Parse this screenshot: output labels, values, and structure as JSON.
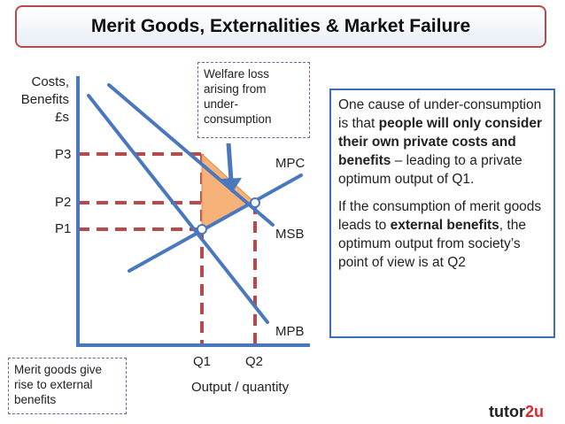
{
  "title": "Merit Goods, Externalities & Market Failure",
  "diagram": {
    "y_axis_label": [
      "Costs,",
      "Benefits",
      "£s"
    ],
    "x_axis_label": "Output / quantity",
    "price_ticks": [
      "P3",
      "P2",
      "P1"
    ],
    "quantity_ticks": [
      "Q1",
      "Q2"
    ],
    "curve_labels": {
      "mpc": "MPC",
      "msb": "MSB",
      "mpb": "MPB"
    },
    "colors": {
      "axis": "#4a78bf",
      "curve": "#4a78bf",
      "dashed": "#b74a4a",
      "triangle": "#f7b27a",
      "arrow": "#4a78bf"
    }
  },
  "welfare_box": [
    "Welfare loss",
    "arising from",
    "under-",
    "consumption"
  ],
  "merit_box": [
    "Merit goods give",
    "rise to external",
    "benefits"
  ],
  "info": {
    "p1_a": "One cause of under-consumption is that ",
    "p1_b": "people will only consider their own private costs and benefits",
    "p1_c": " – leading to a private optimum output of Q1.",
    "p2_a": "If the consumption of merit goods leads to ",
    "p2_b": "external benefits",
    "p2_c": ", the optimum output from society’s point of view is at Q2"
  },
  "logo": {
    "text": "tutor",
    "accent": "2u"
  }
}
